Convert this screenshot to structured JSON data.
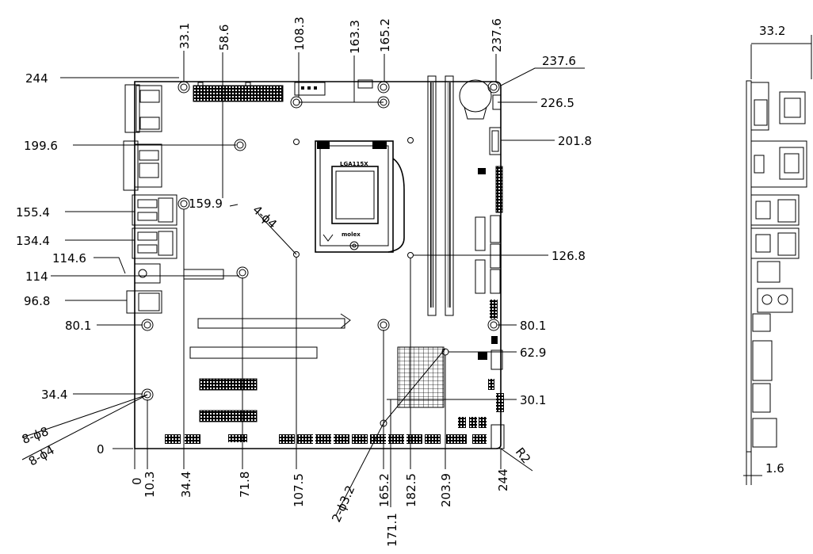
{
  "left_labels": [
    "244",
    "199.6",
    "155.4",
    "134.4",
    "114.6",
    "114",
    "96.8",
    "80.1",
    "34.4",
    "0"
  ],
  "top_labels": [
    "33.1",
    "58.6",
    "108.3",
    "163.3",
    "165.2",
    "237.6"
  ],
  "right_labels": [
    "237.6",
    "226.5",
    "201.8",
    "126.8",
    "80.1",
    "62.9",
    "30.1"
  ],
  "bottom_labels": [
    "0",
    "10.3",
    "34.4",
    "71.8",
    "107.5",
    "165.2",
    "171.1",
    "182.5",
    "203.9",
    "244"
  ],
  "misc_labels": {
    "hole_159": "159.9",
    "four_holes": "4-ϕ4",
    "eight_holes_8": "8-ϕ8",
    "eight_holes_4": "8-ϕ4",
    "two_holes": "2-ϕ3.2",
    "radius": "R2",
    "socket": "LGA115X",
    "brand": "molex"
  },
  "side_view": {
    "width": "33.2",
    "thickness": "1.6"
  }
}
